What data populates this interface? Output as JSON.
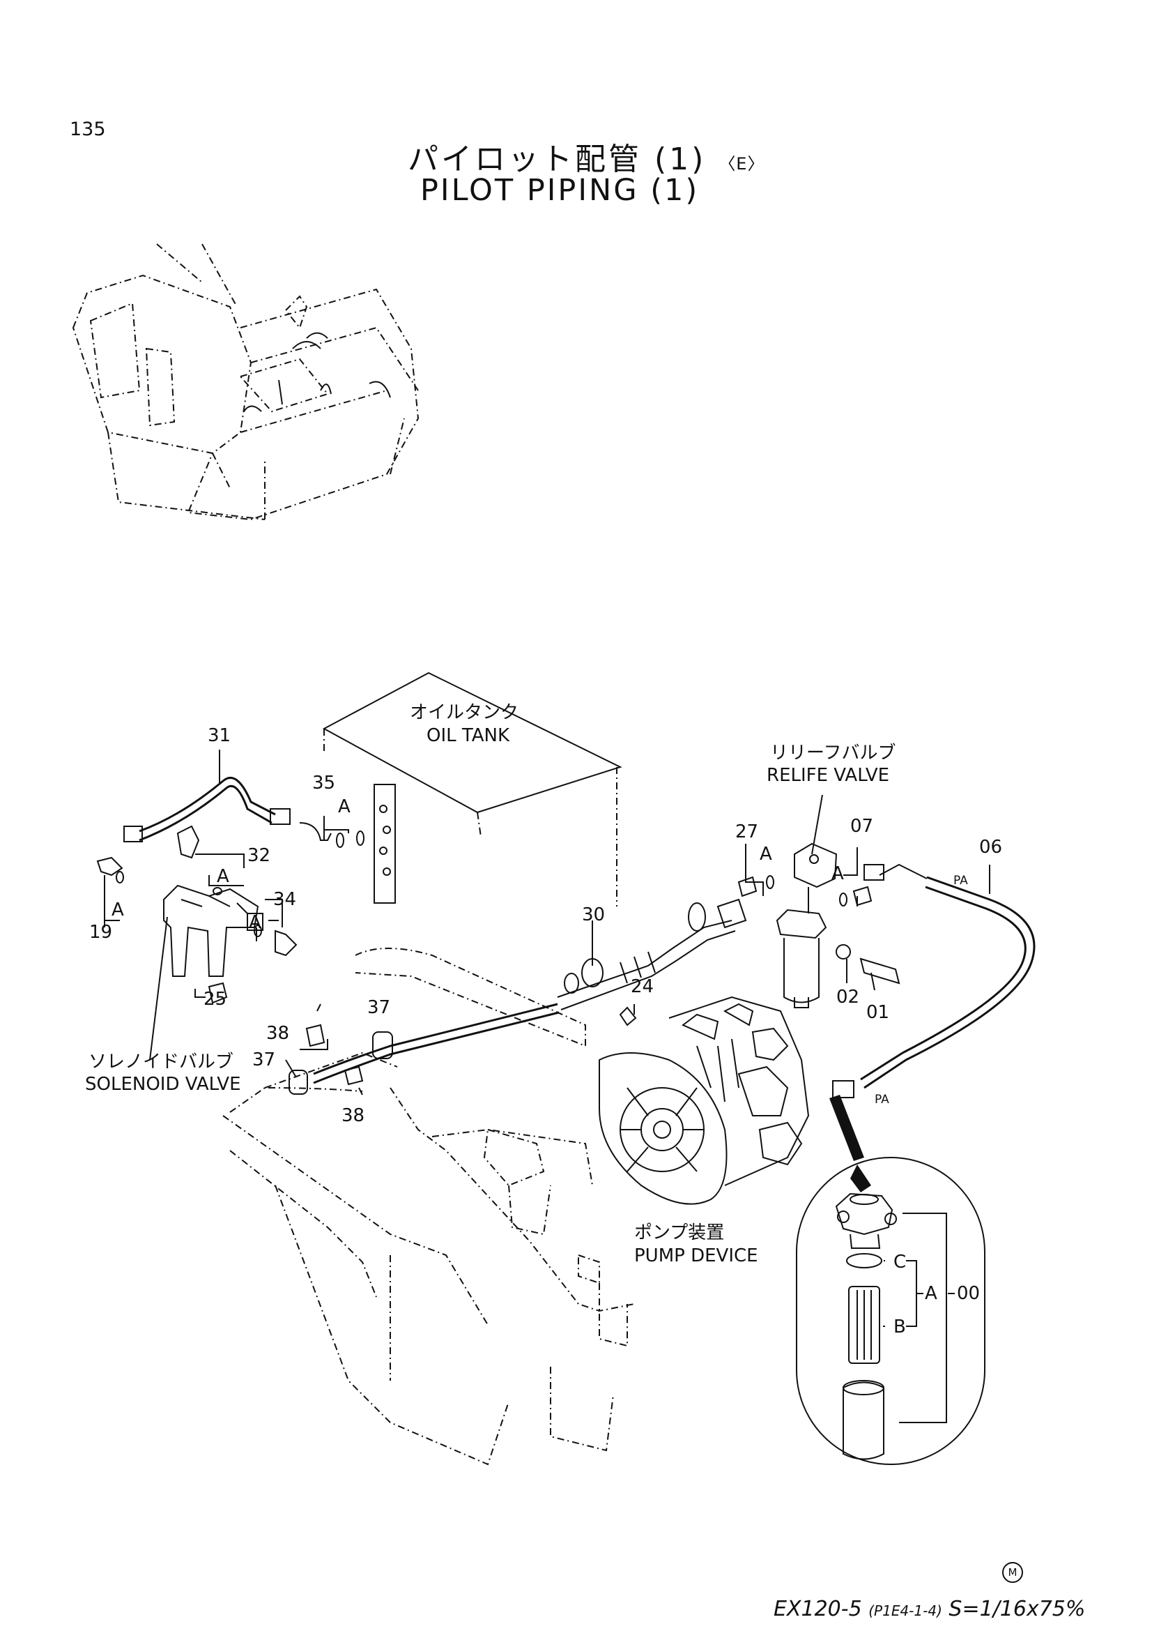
{
  "page": {
    "number": "135",
    "title_jp": "パイロット配管 (1)",
    "title_variant": "〈E〉",
    "title_en": "PILOT PIPING (1)"
  },
  "components": {
    "oil_tank_jp": "オイルタンク",
    "oil_tank_en": "OIL TANK",
    "relief_valve_jp": "リリーフバルブ",
    "relief_valve_en": "RELIFE VALVE",
    "solenoid_valve_jp": "ソレノイドバルブ",
    "solenoid_valve_en": "SOLENOID VALVE",
    "pump_device_jp": "ポンプ装置",
    "pump_device_en": "PUMP DEVICE"
  },
  "callouts": {
    "p31": "31",
    "p35": "35",
    "p32": "32",
    "p34": "34",
    "p19": "19",
    "p25": "25",
    "p38a": "38",
    "p37a": "37",
    "p37b": "37",
    "p38b": "38",
    "p30": "30",
    "p24": "24",
    "p27": "27",
    "p07": "07",
    "p06": "06",
    "p02": "02",
    "p01": "01",
    "p00": "00",
    "a1": "A",
    "a2": "A",
    "a3": "A",
    "a4": "A",
    "a5": "A",
    "a6": "A",
    "pa1": "PA",
    "pa2": "PA",
    "detail_a": "A",
    "detail_b": "B",
    "detail_c": "C"
  },
  "footer": {
    "model": "EX120-5",
    "ref": "(P1E4-1-4)",
    "scale": "S=1/16x75%",
    "mark": "M"
  }
}
